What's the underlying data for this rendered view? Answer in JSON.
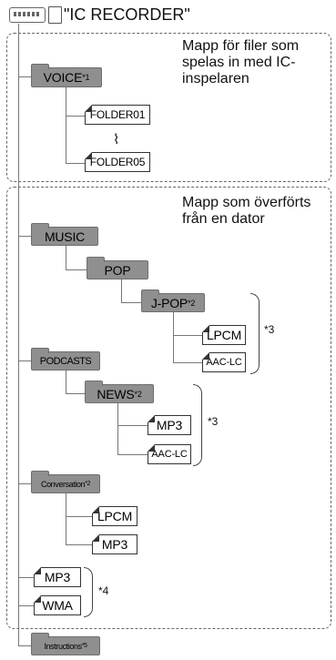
{
  "root": {
    "title": "\"IC RECORDER\"",
    "icon": "ic-recorder-device-icon"
  },
  "section_recorder": {
    "caption": "Mapp för filer som spelas in med IC-inspelaren"
  },
  "section_computer": {
    "caption": "Mapp som överförts från en dator"
  },
  "folders": {
    "voice": {
      "name": "VOICE",
      "mark": "*1"
    },
    "folder01": "FOLDER01",
    "folder05": "FOLDER05",
    "music": "MUSIC",
    "pop": "POP",
    "jpop": {
      "name": "J-POP",
      "mark": "*2"
    },
    "podcasts": "PODCASTS",
    "news": {
      "name": "NEWS",
      "mark": "*2"
    },
    "conversation": {
      "name": "Conversation",
      "mark": "*2"
    },
    "instructions": {
      "name": "Instructions",
      "mark": "*5"
    }
  },
  "files": {
    "jpop_lpcm": "LPCM",
    "jpop_aac": "AAC-LC",
    "news_mp3": "MP3",
    "news_aac": "AAC-LC",
    "conv_lpcm": "LPCM",
    "conv_mp3": "MP3",
    "root_mp3": "MP3",
    "root_wma": "WMA"
  },
  "notes": {
    "jpop_group": "*3",
    "news_group": "*3",
    "root_group": "*4"
  },
  "colors": {
    "folder_fill": "#8f8f8f",
    "line": "#777777",
    "dashed_border": "#666666"
  }
}
